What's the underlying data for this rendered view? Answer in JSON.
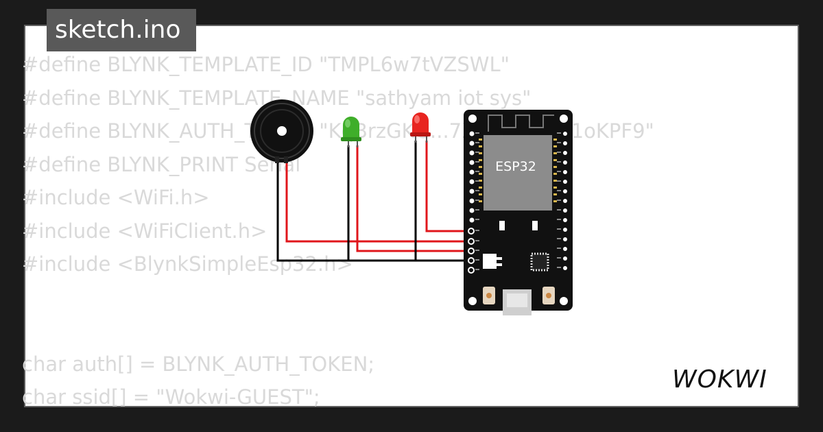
{
  "file_tab": {
    "label": "sketch.ino"
  },
  "code_lines": [
    "#define BLYNK_TEMPLATE_ID \"TMPL6w7tVZSWL\"",
    "#define BLYNK_TEMPLATE_NAME \"sathyam iot sys\"",
    "#define BLYNK_AUTH_TOKEN \"KqBrzGKG...7XFKC9Z1hf1oKPF9\"",
    "#define BLYNK_PRINT Serial",
    "#include <WiFi.h>",
    "#include <WiFiClient.h>",
    "#include <BlynkSimpleEsp32.h>",
    "",
    "",
    "char auth[] = BLYNK_AUTH_TOKEN;",
    "char ssid[] = \"Wokwi-GUEST\";"
  ],
  "esp32": {
    "chip_label": "ESP32"
  },
  "brand": {
    "logo_text": "WOKWI"
  },
  "colors": {
    "background": "#1b1b1b",
    "card": "#ffffff",
    "tab": "#595959",
    "code_text": "#d9d9d9",
    "wire_signal": "#e0161b",
    "wire_ground": "#000000",
    "led_green": "#3fae2a",
    "led_red": "#e8241f",
    "board": "#111111",
    "chip": "#8c8c8c"
  }
}
